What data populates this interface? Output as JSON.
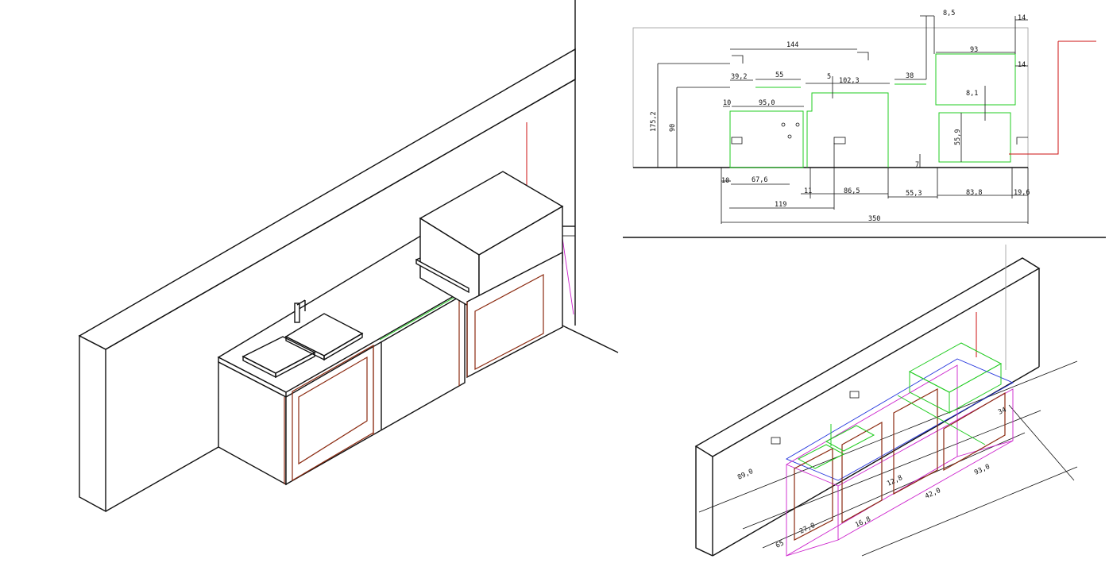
{
  "plan_dimensions": {
    "d144": "144",
    "d85": "8,5",
    "d14a": "14",
    "d93": "93",
    "d14b": "14",
    "d392": "39,2",
    "d55": "55",
    "d1023": "102,3",
    "d38": "38",
    "d5": "5",
    "d81": "8,1",
    "d10a": "10",
    "d950": "95,0",
    "d1752": "175,2",
    "d90": "90",
    "d559": "55,9",
    "d7": "7",
    "d10b": "10",
    "d676": "67,6",
    "d11": "11",
    "d865": "86,5",
    "d553": "55,3",
    "d838": "83,8",
    "d196": "19,6",
    "d119": "119",
    "d350": "350"
  },
  "iso_dimensions": {
    "iso_label": "89,0",
    "iso_a": "12,8",
    "iso_b": "42,0",
    "iso_c": "93,0",
    "iso_d": "16,8",
    "iso_e": "27,0",
    "iso_f": "65",
    "iso_g": "34"
  },
  "colors": {
    "outline": "#111111",
    "counter_edge": "#22cc22",
    "door_frame": "#8b2a10",
    "cabinet_wire": "#cc22cc",
    "top_wire": "#2233dd",
    "pipe": "#cc1111"
  }
}
